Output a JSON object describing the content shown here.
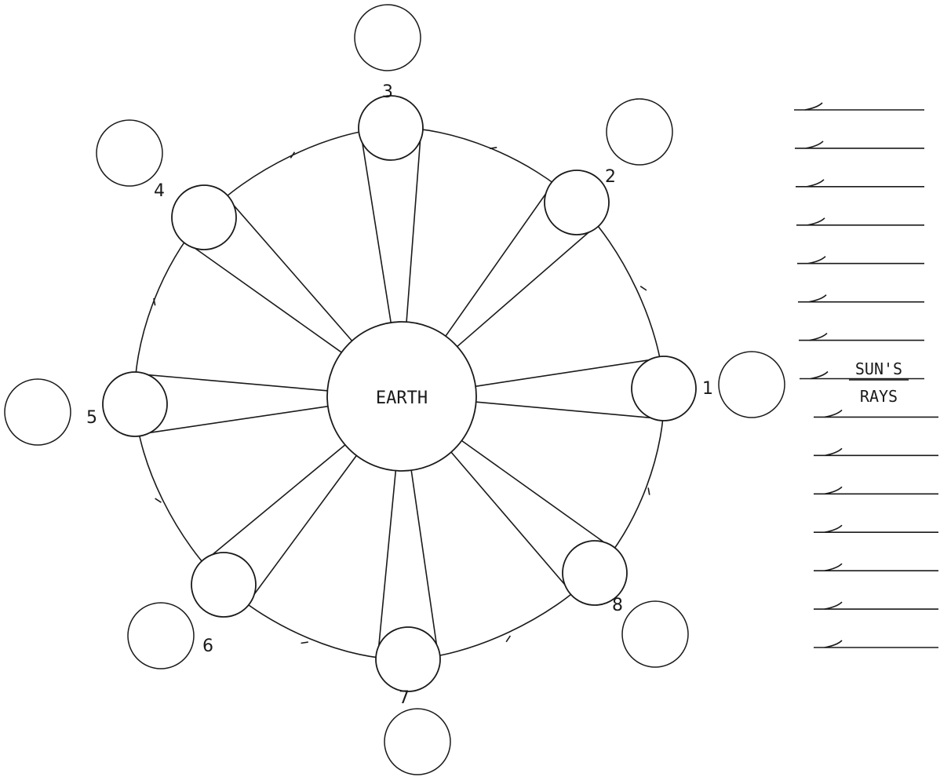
{
  "diagram": {
    "earth_label": "EARTH",
    "sun_label_line1": "SUN'S",
    "sun_label_line2": "RAYS",
    "positions": [
      {
        "number": "1",
        "direction": "right"
      },
      {
        "number": "2",
        "direction": "upper-right"
      },
      {
        "number": "3",
        "direction": "top"
      },
      {
        "number": "4",
        "direction": "upper-left"
      },
      {
        "number": "5",
        "direction": "left"
      },
      {
        "number": "6",
        "direction": "lower-left"
      },
      {
        "number": "7",
        "direction": "bottom"
      },
      {
        "number": "8",
        "direction": "lower-right"
      }
    ],
    "sun_ray_count": 15,
    "orbit_direction": "counterclockwise"
  }
}
